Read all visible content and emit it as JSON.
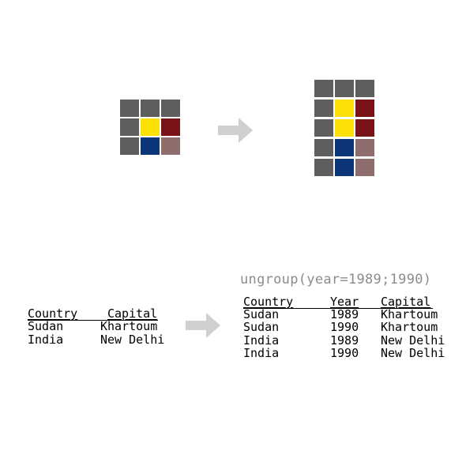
{
  "colors": {
    "grey": "#5e5e5e",
    "yellow": "#fde008",
    "maroon": "#7a1317",
    "navy": "#0c3679",
    "mauve": "#8f6d6d",
    "arrow": "#cfcfcf",
    "function_text": "#8c8c8c"
  },
  "diagram": {
    "before_grid": [
      [
        "grey",
        "grey",
        "grey"
      ],
      [
        "grey",
        "yellow",
        "maroon"
      ],
      [
        "grey",
        "navy",
        "mauve"
      ]
    ],
    "after_grid": [
      [
        "grey",
        "grey",
        "grey"
      ],
      [
        "grey",
        "yellow",
        "maroon"
      ],
      [
        "grey",
        "yellow",
        "maroon"
      ],
      [
        "grey",
        "navy",
        "mauve"
      ],
      [
        "grey",
        "navy",
        "mauve"
      ]
    ],
    "arrow_icon": "right-arrow-icon"
  },
  "function_call": "ungroup(year=1989;1990)",
  "before_table": {
    "headers": [
      "Country",
      "Capital"
    ],
    "rows": [
      [
        "Sudan",
        "Khartoum"
      ],
      [
        "India",
        "New Delhi"
      ]
    ]
  },
  "after_table": {
    "headers": [
      "Country",
      "Year",
      "Capital"
    ],
    "rows": [
      [
        "Sudan",
        "1989",
        "Khartoum"
      ],
      [
        "Sudan",
        "1990",
        "Khartoum"
      ],
      [
        "India",
        "1989",
        "New Delhi"
      ],
      [
        "India",
        "1990",
        "New Delhi"
      ]
    ]
  }
}
